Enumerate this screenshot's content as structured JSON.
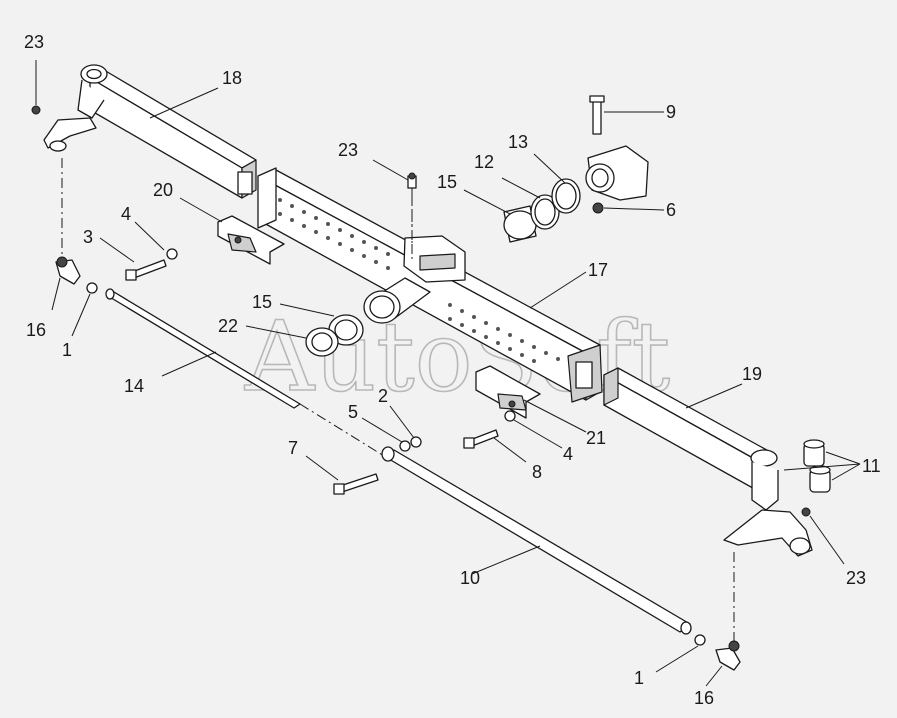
{
  "watermark": "AutoSoft",
  "callouts": [
    {
      "id": "c23a",
      "text": "23"
    },
    {
      "id": "c18",
      "text": "18"
    },
    {
      "id": "c9",
      "text": "9"
    },
    {
      "id": "c23b",
      "text": "23"
    },
    {
      "id": "c13",
      "text": "13"
    },
    {
      "id": "c12",
      "text": "12"
    },
    {
      "id": "c15a",
      "text": "15"
    },
    {
      "id": "c6",
      "text": "6"
    },
    {
      "id": "c20",
      "text": "20"
    },
    {
      "id": "c4a",
      "text": "4"
    },
    {
      "id": "c3",
      "text": "3"
    },
    {
      "id": "c17",
      "text": "17"
    },
    {
      "id": "c15b",
      "text": "15"
    },
    {
      "id": "c22",
      "text": "22"
    },
    {
      "id": "c16a",
      "text": "16"
    },
    {
      "id": "c1a",
      "text": "1"
    },
    {
      "id": "c14",
      "text": "14"
    },
    {
      "id": "c19",
      "text": "19"
    },
    {
      "id": "c2",
      "text": "2"
    },
    {
      "id": "c5",
      "text": "5"
    },
    {
      "id": "c21",
      "text": "21"
    },
    {
      "id": "c7",
      "text": "7"
    },
    {
      "id": "c4b",
      "text": "4"
    },
    {
      "id": "c8",
      "text": "8"
    },
    {
      "id": "c11",
      "text": "11"
    },
    {
      "id": "c23c",
      "text": "23"
    },
    {
      "id": "c10",
      "text": "10"
    },
    {
      "id": "c1b",
      "text": "1"
    },
    {
      "id": "c16b",
      "text": "16"
    }
  ]
}
